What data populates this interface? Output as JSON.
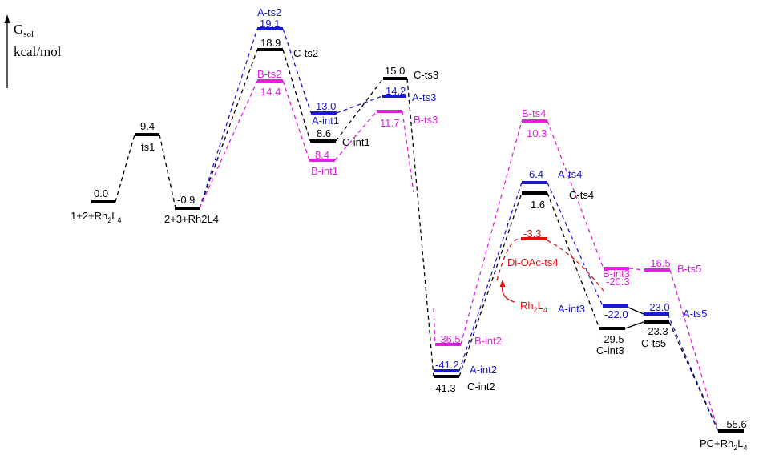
{
  "axis": {
    "title": "G",
    "title_sub": "sol",
    "unit": "kcal/mol"
  },
  "colors": {
    "black": "#000000",
    "blue": "#1a1acc",
    "magenta": "#e020e0",
    "red": "#dd1111"
  },
  "levels": [
    {
      "id": "lvl-1",
      "value": "0.0",
      "color": "black"
    },
    {
      "id": "lvl-2",
      "value": "9.4",
      "color": "black"
    },
    {
      "id": "lvl-3",
      "value": "-0.9",
      "color": "black"
    },
    {
      "id": "lvl-4",
      "value": "19.1",
      "color": "blue"
    },
    {
      "id": "lvl-5",
      "value": "18.9",
      "color": "black"
    },
    {
      "id": "lvl-6",
      "value": "14.4",
      "color": "magenta"
    },
    {
      "id": "lvl-7",
      "value": "13.0",
      "color": "blue"
    },
    {
      "id": "lvl-8",
      "value": "8.6",
      "color": "black"
    },
    {
      "id": "lvl-9",
      "value": "8.4",
      "color": "magenta"
    },
    {
      "id": "lvl-10",
      "value": "15.0",
      "color": "black"
    },
    {
      "id": "lvl-11",
      "value": "14.2",
      "color": "blue"
    },
    {
      "id": "lvl-12",
      "value": "11.7",
      "color": "magenta"
    },
    {
      "id": "lvl-13",
      "value": "-36.5",
      "color": "magenta"
    },
    {
      "id": "lvl-14",
      "value": "-41.2",
      "color": "blue"
    },
    {
      "id": "lvl-15",
      "value": "-41.3",
      "color": "black"
    },
    {
      "id": "lvl-16",
      "value": "10.3",
      "color": "magenta"
    },
    {
      "id": "lvl-17",
      "value": "6.4",
      "color": "blue"
    },
    {
      "id": "lvl-18",
      "value": "1.6",
      "color": "black"
    },
    {
      "id": "lvl-19",
      "value": "-3.3",
      "color": "red"
    },
    {
      "id": "lvl-20",
      "value": "-20.3",
      "color": "magenta"
    },
    {
      "id": "lvl-21",
      "value": "-22.0",
      "color": "blue"
    },
    {
      "id": "lvl-22",
      "value": "-29.5",
      "color": "black"
    },
    {
      "id": "lvl-23",
      "value": "-16.5",
      "color": "magenta"
    },
    {
      "id": "lvl-24",
      "value": "-23.0",
      "color": "blue"
    },
    {
      "id": "lvl-25",
      "value": "-23.3",
      "color": "black"
    },
    {
      "id": "lvl-26",
      "value": "-55.6",
      "color": "black"
    }
  ],
  "labels": [
    {
      "id": "lab-1",
      "text": "1+2+Rh",
      "sub": "2",
      "text2": "L",
      "sub2": "4",
      "color": "black"
    },
    {
      "id": "lab-2",
      "text": "ts1",
      "color": "black"
    },
    {
      "id": "lab-3",
      "text": "2+3+Rh2L4",
      "color": "black"
    },
    {
      "id": "lab-4",
      "text": "A-ts2",
      "color": "blue"
    },
    {
      "id": "lab-5",
      "text": "C-ts2",
      "color": "black"
    },
    {
      "id": "lab-6",
      "text": "B-ts2",
      "color": "magenta"
    },
    {
      "id": "lab-7",
      "text": "A-int1",
      "color": "blue"
    },
    {
      "id": "lab-8",
      "text": "C-int1",
      "color": "black"
    },
    {
      "id": "lab-9",
      "text": "B-int1",
      "color": "magenta"
    },
    {
      "id": "lab-10",
      "text": "C-ts3",
      "color": "black"
    },
    {
      "id": "lab-11",
      "text": "A-ts3",
      "color": "blue"
    },
    {
      "id": "lab-12",
      "text": "B-ts3",
      "color": "magenta"
    },
    {
      "id": "lab-13",
      "text": "B-int2",
      "color": "magenta"
    },
    {
      "id": "lab-14",
      "text": "A-int2",
      "color": "blue"
    },
    {
      "id": "lab-15",
      "text": "C-int2",
      "color": "black"
    },
    {
      "id": "lab-16",
      "text": "B-ts4",
      "color": "magenta"
    },
    {
      "id": "lab-17",
      "text": "A-ts4",
      "color": "blue"
    },
    {
      "id": "lab-18",
      "text": "C-ts4",
      "color": "black"
    },
    {
      "id": "lab-19",
      "text": "Di-OAc-ts4",
      "color": "red"
    },
    {
      "id": "lab-20",
      "text": "Rh",
      "sub": "2",
      "text2": "L",
      "sub2": "4",
      "color": "red"
    },
    {
      "id": "lab-21",
      "text": "B-int3",
      "color": "magenta"
    },
    {
      "id": "lab-22",
      "text": "A-int3",
      "color": "blue"
    },
    {
      "id": "lab-23",
      "text": "C-int3",
      "color": "black"
    },
    {
      "id": "lab-24",
      "text": "B-ts5",
      "color": "magenta"
    },
    {
      "id": "lab-25",
      "text": "A-ts5",
      "color": "blue"
    },
    {
      "id": "lab-26",
      "text": "C-ts5",
      "color": "black"
    },
    {
      "id": "lab-27",
      "text": "PC+Rh",
      "sub": "2",
      "text2": "L",
      "sub2": "4",
      "color": "black"
    }
  ]
}
